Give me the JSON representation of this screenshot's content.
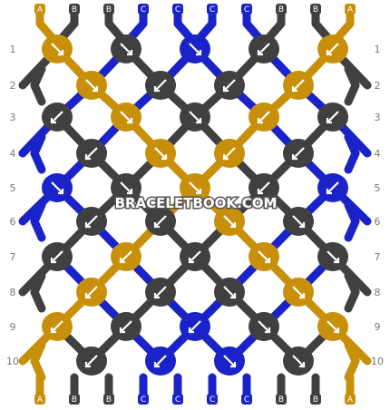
{
  "colors": {
    "A": "#c8900a",
    "B": "#404040",
    "C": "#1a23c8"
  },
  "strings_top": [
    "A",
    "B",
    "B",
    "C",
    "C",
    "C",
    "C",
    "B",
    "B",
    "A"
  ],
  "strings_bottom": [
    "A",
    "B",
    "B",
    "C",
    "C",
    "C",
    "C",
    "B",
    "B",
    "A"
  ],
  "rows": [
    "1",
    "2",
    "3",
    "4",
    "5",
    "6",
    "7",
    "8",
    "9",
    "10"
  ],
  "knots": [
    [
      "A:fwd",
      "B:fwd",
      "C:fwd",
      "B:bwd",
      "A:bwd"
    ],
    [
      "A:fwd",
      "B:bwd",
      "B:bwd",
      "A:bwd"
    ],
    [
      "B:bwd",
      "A:fwd",
      "B:fwd",
      "A:bwd",
      "B:bwd"
    ],
    [
      "B:bwd",
      "A:fwd",
      "A:bwd",
      "B:bwd"
    ],
    [
      "C:fwd",
      "B:fwd",
      "A:fwd",
      "B:bwd",
      "C:bwd"
    ],
    [
      "B:bwd",
      "B:bwd",
      "A:fwd",
      "B:fwd"
    ],
    [
      "B:bwd",
      "A:bwd",
      "B:bwd",
      "A:fwd",
      "B:fwd"
    ],
    [
      "A:bwd",
      "B:bwd",
      "B:fwd",
      "A:fwd"
    ],
    [
      "A:bwd",
      "B:bwd",
      "C:bwd",
      "B:fwd",
      "A:fwd"
    ],
    [
      "B:bwd",
      "C:bwd",
      "C:fwd",
      "B:fwd"
    ]
  ],
  "watermark": "BRACELETBOOK.COM"
}
